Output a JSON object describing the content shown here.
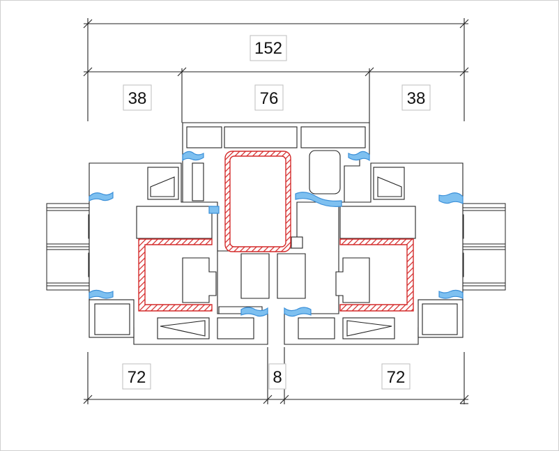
{
  "dimensions": {
    "overall_width": "152",
    "left_frame": "38",
    "center_mullion": "76",
    "right_frame": "38",
    "left_sash": "72",
    "gap": "8",
    "right_sash": "72"
  },
  "colors": {
    "outline": "#222222",
    "steel_reinforcement": "#d42a2a",
    "gasket": "#3a8fd8",
    "glazing": "#2a2a2a",
    "background": "#ffffff"
  }
}
